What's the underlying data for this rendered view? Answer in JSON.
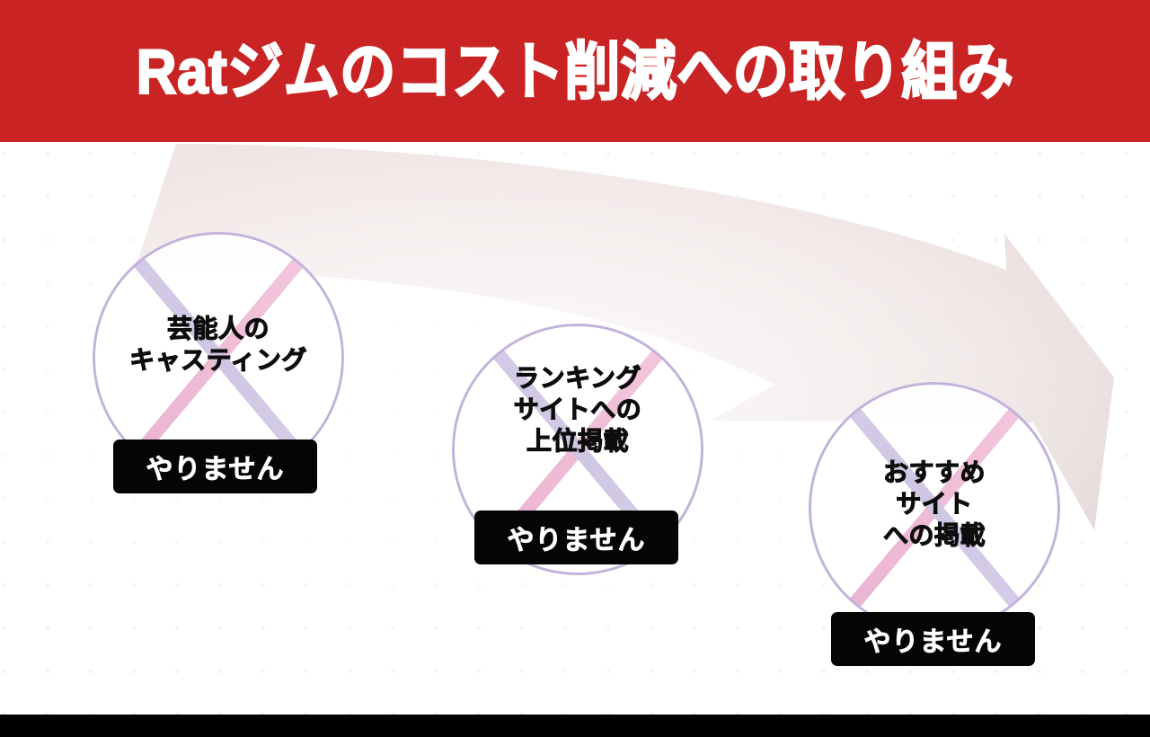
{
  "banner": {
    "title": "Ratジムのコスト削減への取り組み",
    "background_color": "#ca2323",
    "text_color": "#ffffff"
  },
  "theme": {
    "arrow_color": "#e6d5d4",
    "circle_ring_color": "#c3b2da",
    "x_pink": "#f0bdd6",
    "x_lavender": "#d0c7e4",
    "badge_bg": "#050505",
    "badge_text_color": "#ffffff",
    "bottom_bar_color": "#000000",
    "page_background": "#ffffff"
  },
  "arrow": {
    "name": "curved-down-right-arrow",
    "direction": "curves from upper-left across to lower-right with arrowhead pointing down-right"
  },
  "nodes": [
    {
      "id": "celebrity-casting",
      "lines": [
        "芸能人の",
        "キャスティング"
      ],
      "badge": "やりません"
    },
    {
      "id": "ranking-site-top-listing",
      "lines": [
        "ランキング",
        "サイトへの",
        "上位掲載"
      ],
      "badge": "やりません"
    },
    {
      "id": "recommended-site-listing",
      "lines": [
        "おすすめ",
        "サイト",
        "への掲載"
      ],
      "badge": "やりません"
    }
  ]
}
